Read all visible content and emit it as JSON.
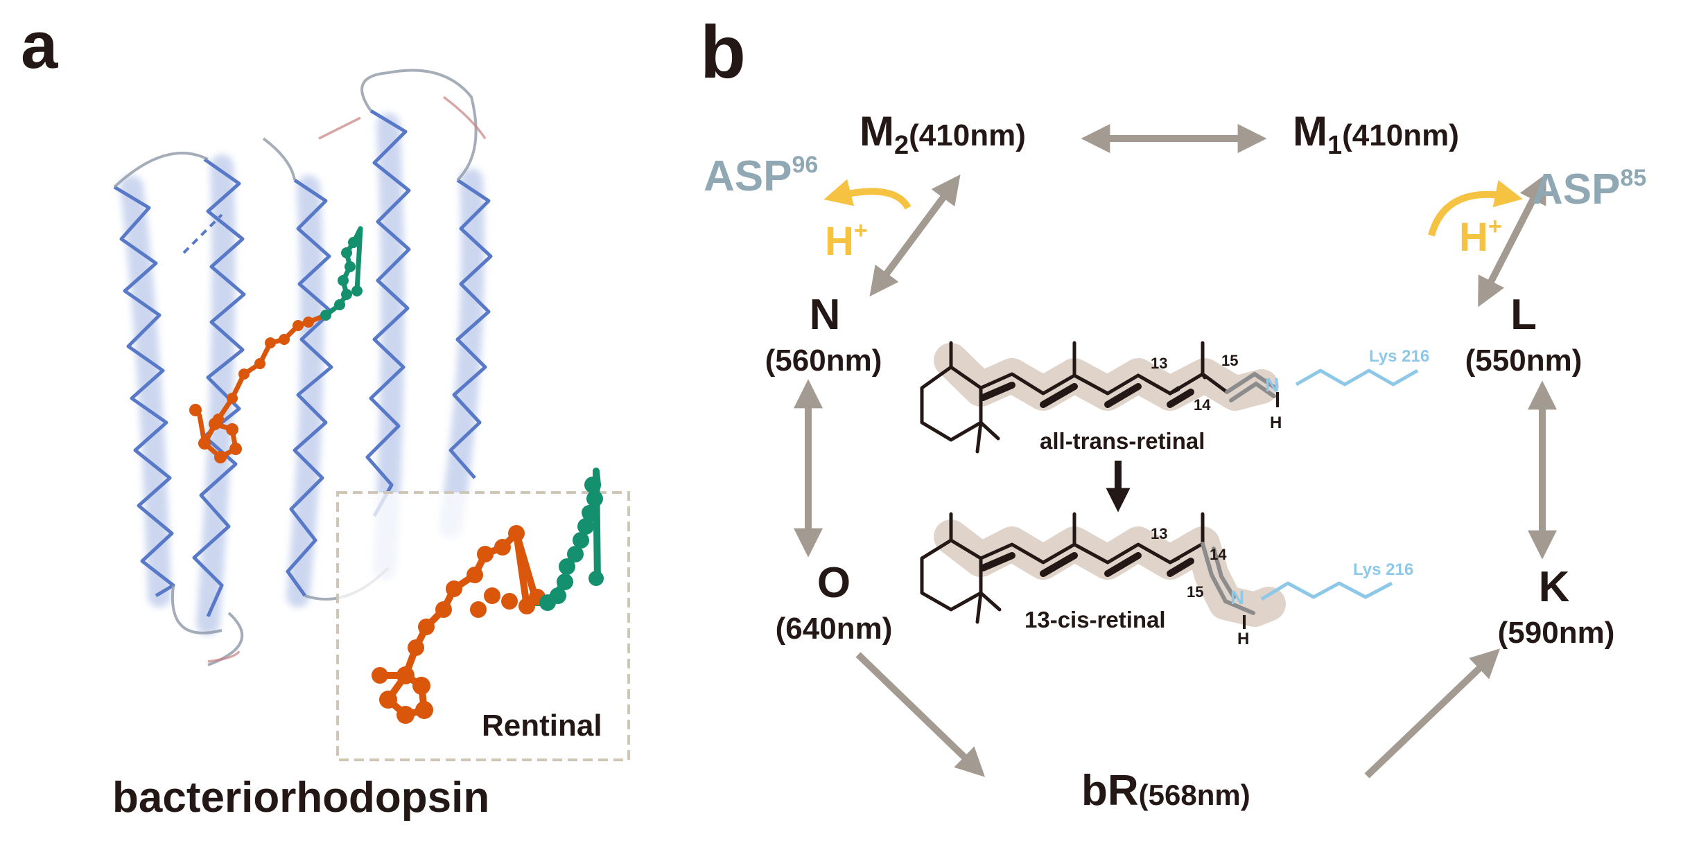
{
  "panel_a": {
    "letter": "a",
    "inset_label": "Rentinal",
    "caption": "bacteriorhodopsin"
  },
  "panel_b": {
    "letter": "b",
    "states": {
      "m2": {
        "name": "M",
        "sub": "2",
        "wavelength": "(410nm)"
      },
      "m1": {
        "name": "M",
        "sub": "1",
        "wavelength": "(410nm)"
      },
      "n": {
        "name": "N",
        "wavelength": "(560nm)"
      },
      "l": {
        "name": "L",
        "wavelength": "(550nm)"
      },
      "o": {
        "name": "O",
        "wavelength": "(640nm)"
      },
      "k": {
        "name": "K",
        "wavelength": "(590nm)"
      },
      "br": {
        "name": "bR",
        "wavelength": "(568nm)"
      }
    },
    "asp_left": {
      "name": "ASP",
      "sup": "96"
    },
    "asp_right": {
      "name": "ASP",
      "sup": "85"
    },
    "proton": {
      "name": "H",
      "sup": "+"
    },
    "retinal_top": {
      "label": "all-trans-retinal",
      "c13": "13",
      "c14": "14",
      "c15": "15",
      "n": "N",
      "h": "H",
      "lys": "Lys 216"
    },
    "retinal_bottom": {
      "label": "13-cis-retinal",
      "c13": "13",
      "c14": "14",
      "c15": "15",
      "n": "N",
      "h": "H",
      "lys": "Lys 216"
    }
  },
  "colors": {
    "text": "#231815",
    "arrow_gray": "#a39a91",
    "asp_blue": "#8fa8b3",
    "proton_yellow": "#f5c242",
    "lys_blue": "#8ec8e8",
    "helix_blue": "#5878c8",
    "retinal_orange": "#d9560a",
    "retinal_green": "#14906e",
    "highlight": "#d8c8bd",
    "dashed_box": "#cfc6b6"
  }
}
